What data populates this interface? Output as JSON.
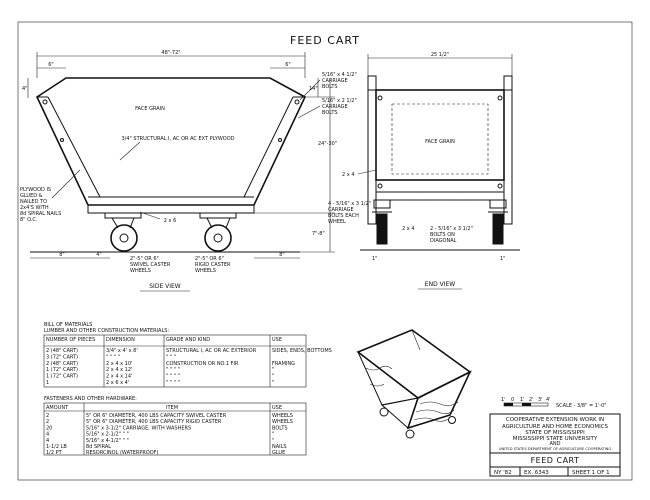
{
  "title": "FEED CART",
  "side_view": {
    "caption": "SIDE VIEW",
    "top_width": "48\"-72\"",
    "top_offset_left": "6\"",
    "top_offset_right": "6\"",
    "left_height": "4\"",
    "face_grain": "FACE GRAIN",
    "plywood_note": "3/4\" STRUCTURAL I, AC OR AC EXT PLYWOOD",
    "plywood_glued_note": [
      "PLYWOOD IS",
      "GLUED &",
      "NAILED TO",
      "2x4'S WITH",
      "8d SPIRAL NAILS",
      "8\" O.C."
    ],
    "bolts_top": [
      "5/16\" x 4 1/2\"",
      "CARRIAGE",
      "BOLTS"
    ],
    "bolts_mid": [
      "5/16\" x 2 1/2\"",
      "CARRIAGE",
      "BOLTS"
    ],
    "right_offset": "14\"",
    "height": "24\"-30\"",
    "lower_height": "7\"-8\"",
    "frame": "2 x 6",
    "bottom_left": "8\"",
    "bottom_left2": "4\"",
    "bottom_right": "8\"",
    "swivel": [
      "2\"-5\" OR 6\"",
      "SWIVEL CASTER",
      "WHEELS"
    ],
    "rigid": [
      "2\"-5\" OR 6\"",
      "RIGID CASTER",
      "WHEELS"
    ]
  },
  "end_view": {
    "caption": "END VIEW",
    "width": "25 1/2\"",
    "face_grain": "FACE GRAIN",
    "member": "2 x 4",
    "member2": "2 x 4",
    "bolts_each": [
      "4 - 5/16\" x 3 1/2\"",
      "CARRIAGE",
      "BOLTS EACH",
      "WHEEL"
    ],
    "bolts_diag": [
      "2 - 5/16\" x 3 1/2\"",
      "BOLTS ON",
      "DIAGONAL"
    ],
    "dim_left": "1\"",
    "dim_right": "1\""
  },
  "bill": {
    "heading": "BILL OF MATERIALS",
    "subheading": "LUMBER AND OTHER CONSTRUCTION MATERIALS:",
    "columns": [
      "NUMBER OF PIECES",
      "DIMENSION",
      "GRADE AND KIND",
      "USE"
    ],
    "rows": [
      [
        "2 (48\" CART)",
        "3/4\" x 4' x 8'",
        "STRUCTURAL I, AC OR AC EXTERIOR",
        "SIDES, ENDS, BOTTOMS"
      ],
      [
        "3 (72\" CART)",
        "\"   \"   \"   \"",
        "\"   \"   \"",
        ""
      ],
      [
        "2 (48\" CART)",
        "2 x 4 x 10'",
        "CONSTRUCTION OR NO.1 FIR",
        "FRAMING"
      ],
      [
        "1 (72\" CART)",
        "2 x 4 x 12'",
        "\"   \"   \"   \"",
        "\""
      ],
      [
        "1 (72\" CART)",
        "2 x 4 x 14'",
        "\"   \"   \"   \"",
        "\""
      ],
      [
        "1",
        "2 x 6 x 4'",
        "\"   \"   \"   \"",
        "\""
      ]
    ]
  },
  "hardware": {
    "heading": "FASTENERS AND OTHER HARDWARE:",
    "columns": [
      "AMOUNT",
      "ITEM",
      "USE"
    ],
    "rows": [
      [
        "2",
        "5\" OR 6\" DIAMETER, 400 LBS CAPACITY SWIVEL CASTER",
        "WHEELS"
      ],
      [
        "2",
        "5\" OR 6\" DIAMETER, 400 LBS CAPACITY RIGID CASTER",
        "WHEELS"
      ],
      [
        "20",
        "5/16\" x 3-1/2\" CARRIAGE, WITH WASHERS",
        "BOLTS"
      ],
      [
        "4",
        "5/16\" x 2-1/2\"   \"   \"",
        "\""
      ],
      [
        "4",
        "5/16\" x 4-1/2\"   \"   \"",
        "\""
      ],
      [
        "1-1/2 LB",
        "8d SPIRAL",
        "NAILS"
      ],
      [
        "1/2 PT",
        "RESORCINOL (WATERPROOF)",
        "GLUE"
      ]
    ]
  },
  "scale": {
    "marks": [
      "1'",
      "0",
      "1'",
      "2'",
      "3'",
      "4'"
    ],
    "label": "SCALE - 3/8\" = 1'-0\""
  },
  "title_block": {
    "line1": "COOPERATIVE EXTENSION WORK IN",
    "line2": "AGRICULTURE AND HOME ECONOMICS",
    "line3": "STATE OF MISSISSIPPI",
    "line4": "MISSISSIPPI STATE UNIVERSITY",
    "line5": "AND",
    "line6": "UNITED STATES DEPARTMENT OF AGRICULTURE COOPERATING",
    "name": "FEED CART",
    "date": "NY '82",
    "number": "EX. 6343",
    "sheet": "SHEET 1 OF 1"
  }
}
